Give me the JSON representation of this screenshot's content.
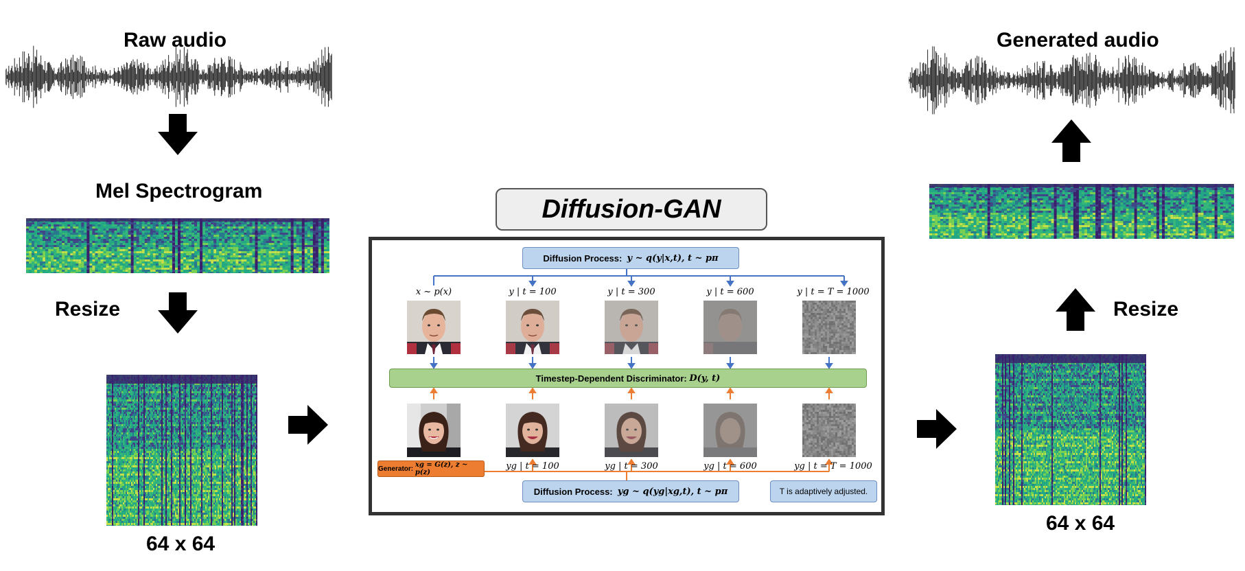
{
  "left": {
    "raw_audio": "Raw audio",
    "mel": "Mel Spectrogram",
    "resize": "Resize",
    "size": "64 x 64"
  },
  "right": {
    "generated_audio": "Generated audio",
    "resize": "Resize",
    "size": "64 x 64"
  },
  "center": {
    "title": "Diffusion-GAN",
    "top_process_label": "Diffusion Process:",
    "top_process_formula": "y ~ q(y|x,t), t ~ pπ",
    "discriminator_label": "Timestep-Dependent Discriminator:",
    "discriminator_formula": "D(y, t)",
    "generator_label": "Generator:",
    "generator_formula": "xg = G(z), z ~ p(z)",
    "bottom_process_label": "Diffusion Process:",
    "bottom_process_formula": "yg ~ q(yg|xg,t), t ~ pπ",
    "note": "T is adaptively adjusted.",
    "top_captions": [
      "x ~ p(x)",
      "y | t = 100",
      "y | t = 300",
      "y | t = 600",
      "y | t = T = 1000"
    ],
    "bottom_captions": [
      "yg | t = 100",
      "yg | t = 300",
      "yg | t = 600",
      "yg | t = T = 1000"
    ]
  },
  "colors": {
    "blue_box": "#bcd4ee",
    "green_box": "#a9d18e",
    "orange_box": "#ed7d31",
    "blue_arrow": "#4472c4",
    "orange_arrow": "#ed7d31",
    "spectrogram_dark": "#3b1f6b",
    "spectrogram_mid": "#2a9d8f",
    "spectrogram_light": "#c6e04a"
  }
}
